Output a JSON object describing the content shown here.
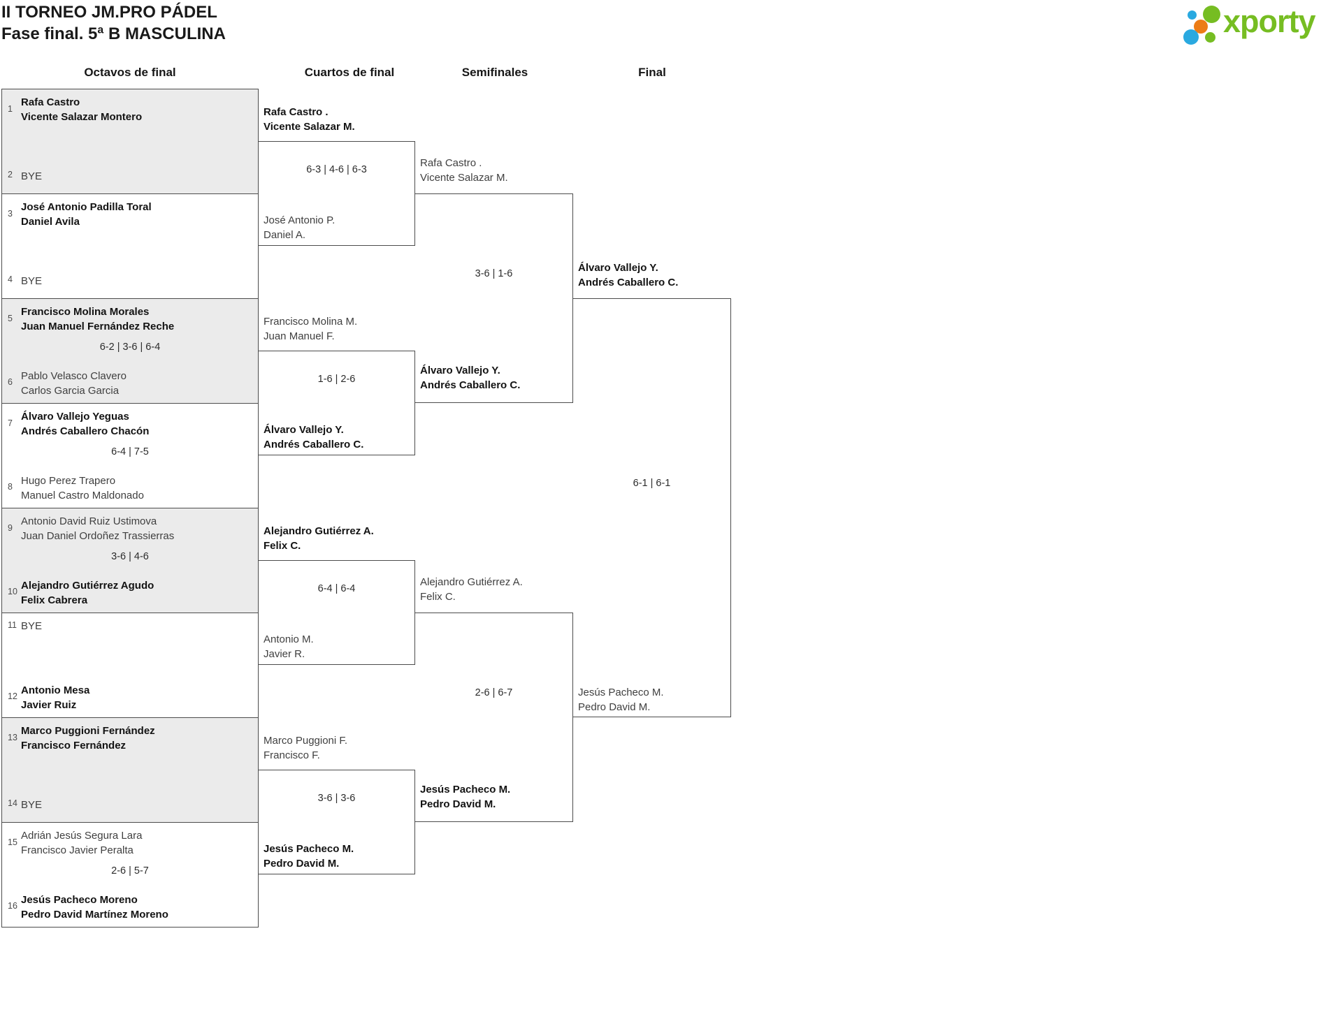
{
  "header": {
    "title_line1": "II TORNEO JM.PRO PÁDEL",
    "title_line2": "Fase final. 5ª B MASCULINA"
  },
  "logo": {
    "brand": "xporty"
  },
  "colors": {
    "brand_green": "#76bd22",
    "brand_blue": "#2aa9e0",
    "brand_orange": "#ec7c16",
    "shaded_match": "#ebebeb",
    "bracket_line": "#4c4c4c"
  },
  "round_headers": {
    "octavos": "Octavos de final",
    "cuartos": "Cuartos de final",
    "semifinales": "Semifinales",
    "final": "Final"
  },
  "octavos": {
    "matches": [
      {
        "seed1": "1",
        "team1": "Rafa Castro\nVicente Salazar Montero",
        "winner1": true,
        "score": "",
        "seed2": "2",
        "team2": "BYE",
        "winner2": false,
        "shaded": true
      },
      {
        "seed1": "3",
        "team1": "José Antonio Padilla Toral\nDaniel Avila",
        "winner1": true,
        "score": "",
        "seed2": "4",
        "team2": "BYE",
        "winner2": false,
        "shaded": false
      },
      {
        "seed1": "5",
        "team1": "Francisco Molina Morales\nJuan Manuel Fernández Reche",
        "winner1": true,
        "score": "6-2 | 3-6 | 6-4",
        "seed2": "6",
        "team2": "Pablo Velasco Clavero\nCarlos Garcia Garcia",
        "winner2": false,
        "shaded": true
      },
      {
        "seed1": "7",
        "team1": "Álvaro Vallejo Yeguas\nAndrés Caballero Chacón",
        "winner1": true,
        "score": "6-4 | 7-5",
        "seed2": "8",
        "team2": "Hugo Perez Trapero\nManuel Castro Maldonado",
        "winner2": false,
        "shaded": false
      },
      {
        "seed1": "9",
        "team1": "Antonio David Ruiz Ustimova\nJuan Daniel Ordoñez Trassierras",
        "winner1": false,
        "score": "3-6 | 4-6",
        "seed2": "10",
        "team2": "Alejandro Gutiérrez Agudo\nFelix Cabrera",
        "winner2": true,
        "shaded": true
      },
      {
        "seed1": "11",
        "team1": "BYE",
        "winner1": false,
        "score": "",
        "seed2": "12",
        "team2": "Antonio Mesa\nJavier Ruiz",
        "winner2": true,
        "shaded": false
      },
      {
        "seed1": "13",
        "team1": "Marco Puggioni Fernández\nFrancisco Fernández",
        "winner1": true,
        "score": "",
        "seed2": "14",
        "team2": "BYE",
        "winner2": false,
        "shaded": true
      },
      {
        "seed1": "15",
        "team1": "Adrián Jesús Segura Lara\nFrancisco Javier Peralta",
        "winner1": false,
        "score": "2-6 | 5-7",
        "seed2": "16",
        "team2": "Jesús Pacheco Moreno\nPedro David Martínez Moreno",
        "winner2": true,
        "shaded": false
      }
    ]
  },
  "cuartos": {
    "matches": [
      {
        "team1": "Rafa Castro .\nVicente Salazar M.",
        "winner1": true,
        "score": "6-3 | 4-6 | 6-3",
        "team2": "José Antonio P.\nDaniel A.",
        "winner2": false
      },
      {
        "team1": "Francisco Molina M.\nJuan Manuel F.",
        "winner1": false,
        "score": "1-6 | 2-6",
        "team2": "Álvaro Vallejo Y.\nAndrés Caballero C.",
        "winner2": true
      },
      {
        "team1": "Alejandro Gutiérrez A.\nFelix C.",
        "winner1": true,
        "score": "6-4 | 6-4",
        "team2": "Antonio M.\nJavier R.",
        "winner2": false
      },
      {
        "team1": "Marco Puggioni F.\nFrancisco F.",
        "winner1": false,
        "score": "3-6 | 3-6",
        "team2": "Jesús Pacheco M.\nPedro David M.",
        "winner2": true
      }
    ]
  },
  "semifinales": {
    "matches": [
      {
        "team1": "Rafa Castro .\nVicente Salazar M.",
        "winner1": false,
        "score": "3-6 | 1-6",
        "team2": "Álvaro Vallejo Y.\nAndrés Caballero C.",
        "winner2": true
      },
      {
        "team1": "Alejandro Gutiérrez A.\nFelix C.",
        "winner1": false,
        "score": "2-6 | 6-7",
        "team2": "Jesús Pacheco M.\nPedro David M.",
        "winner2": true
      }
    ]
  },
  "final": {
    "matches": [
      {
        "team1": "Álvaro Vallejo Y.\nAndrés Caballero C.",
        "winner1": true,
        "score": "6-1 | 6-1",
        "team2": "Jesús Pacheco M.\nPedro David M.",
        "winner2": false
      }
    ]
  }
}
